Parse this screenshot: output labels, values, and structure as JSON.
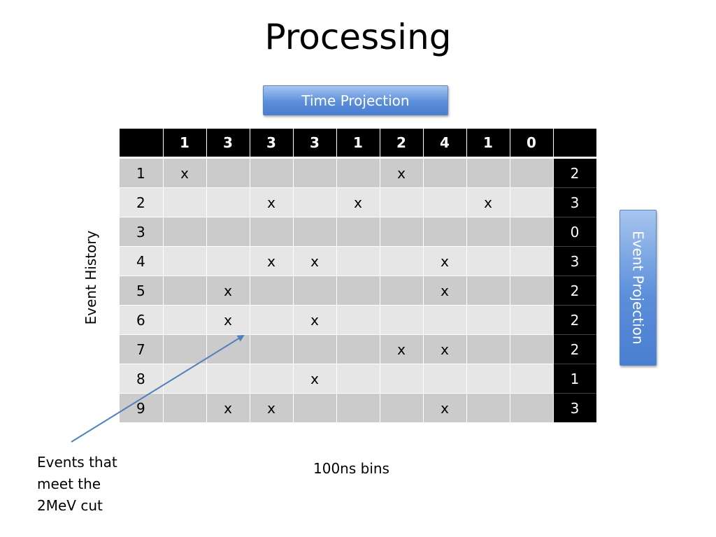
{
  "title": "Processing",
  "time_projection_label": "Time Projection",
  "event_projection_label": "Event Projection",
  "event_history_label": "Event History",
  "bins_label": "100ns bins",
  "annotation": {
    "lines": [
      "Events that",
      "meet the",
      "2MeV cut"
    ]
  },
  "colors": {
    "accent": "#5b8fdb",
    "arrow": "#4f81bd",
    "header_bg": "#000000",
    "row_dark": "#cbcbcb",
    "row_light": "#e6e6e6"
  },
  "table": {
    "column_totals": [
      "1",
      "3",
      "3",
      "3",
      "1",
      "2",
      "4",
      "1",
      "0"
    ],
    "rows": [
      {
        "label": "1",
        "cells": [
          "x",
          "",
          "",
          "",
          "",
          "x",
          "",
          "",
          ""
        ],
        "total": "2"
      },
      {
        "label": "2",
        "cells": [
          "",
          "",
          "x",
          "",
          "x",
          "",
          "",
          "x",
          ""
        ],
        "total": "3"
      },
      {
        "label": "3",
        "cells": [
          "",
          "",
          "",
          "",
          "",
          "",
          "",
          "",
          ""
        ],
        "total": "0"
      },
      {
        "label": "4",
        "cells": [
          "",
          "",
          "x",
          "x",
          "",
          "",
          "x",
          "",
          ""
        ],
        "total": "3"
      },
      {
        "label": "5",
        "cells": [
          "",
          "x",
          "",
          "",
          "",
          "",
          "x",
          "",
          ""
        ],
        "total": "2"
      },
      {
        "label": "6",
        "cells": [
          "",
          "x",
          "",
          "x",
          "",
          "",
          "",
          "",
          ""
        ],
        "total": "2"
      },
      {
        "label": "7",
        "cells": [
          "",
          "",
          "",
          "",
          "",
          "x",
          "x",
          "",
          ""
        ],
        "total": "2"
      },
      {
        "label": "8",
        "cells": [
          "",
          "",
          "",
          "x",
          "",
          "",
          "",
          "",
          ""
        ],
        "total": "1"
      },
      {
        "label": "9",
        "cells": [
          "",
          "x",
          "x",
          "",
          "",
          "",
          "x",
          "",
          ""
        ],
        "total": "3"
      }
    ]
  }
}
